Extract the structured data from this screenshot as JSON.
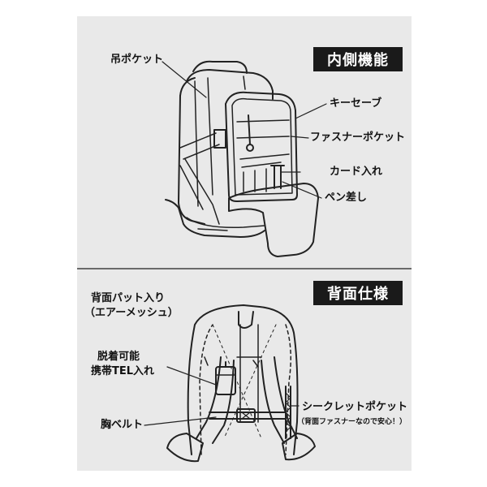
{
  "sections": {
    "interior": {
      "badge": "内側機能",
      "labels": {
        "hanging_pocket": "吊ポケット",
        "key_keeper": "キーセーブ",
        "zipper_pocket": "ファスナーポケット",
        "card_slot": "カード入れ",
        "pen_holder": "ペン差し"
      }
    },
    "back": {
      "badge": "背面仕様",
      "labels": {
        "back_pad_line1": "背面パット入り",
        "back_pad_line2": "（エアーメッシュ）",
        "phone_holder_line1": "脱着可能",
        "phone_holder_line2": "携帯TEL入れ",
        "chest_belt": "胸ベルト",
        "secret_pocket": "シークレットポケット",
        "secret_pocket_note": "（背面ファスナーなので安心！）"
      }
    }
  },
  "colors": {
    "panel": "#e9e9e9",
    "badge_bg": "#1a1a1a",
    "line": "#222222"
  }
}
